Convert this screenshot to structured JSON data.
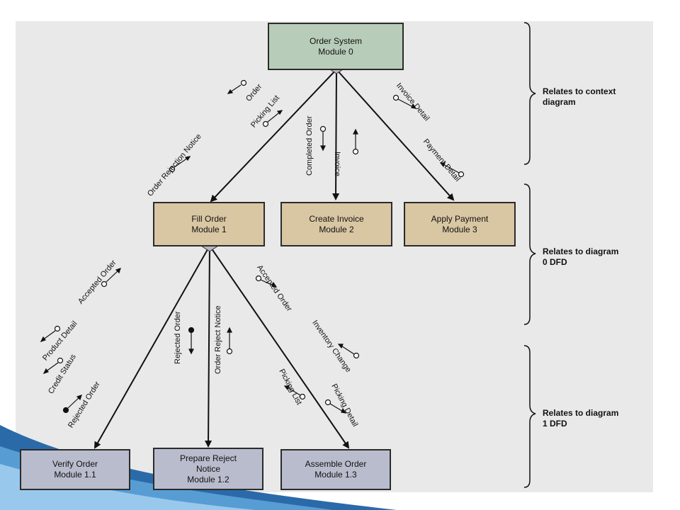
{
  "modules": {
    "m0": "Order System\nModule 0",
    "m1": "Fill Order\nModule 1",
    "m2": "Create Invoice\nModule 2",
    "m3": "Apply Payment\nModule 3",
    "m11": "Verify Order\nModule 1.1",
    "m12": "Prepare Reject\nNotice\nModule 1.2",
    "m13": "Assemble Order\nModule 1.3"
  },
  "flows": {
    "order": "Order",
    "picking_list_top": "Picking List",
    "order_rejection_notice": "Order Rejection Notice",
    "completed_order": "Completed Order",
    "invoice": "Invoice",
    "invoice_detail": "Invoice Detail",
    "payment_detail": "Payment Detail",
    "accepted_order_left": "Accepted Order",
    "product_detail": "Product Detail",
    "credit_status": "Credit Status",
    "rejected_order_left": "Rejected Order",
    "rejected_order_mid": "Rejected Order",
    "order_reject_notice": "Order Reject Notice",
    "accepted_order_right": "Accepted Order",
    "inventory_change": "Inventory Change",
    "picking_list_bottom": "Picking List",
    "picking_detail": "Picking Detail"
  },
  "relates": {
    "context": "Relates to context\ndiagram",
    "diagram0": "Relates to diagram\n0 DFD",
    "diagram1": "Relates to diagram\n1 DFD"
  },
  "colors": {
    "panel": "#e9e9e9",
    "module0": "#b8cdb9",
    "level1": "#d9c6a3",
    "level2": "#b9bccd",
    "accent_blue": "#2b6aa8"
  }
}
